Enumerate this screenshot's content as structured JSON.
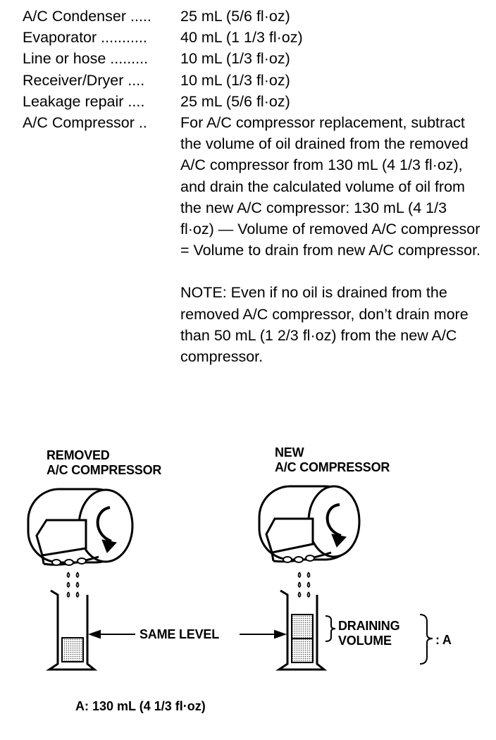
{
  "specs": {
    "rows": [
      {
        "label": "A/C Condenser .....",
        "value": "25 mL (5/6 fl·oz)"
      },
      {
        "label": "Evaporator ...........",
        "value": "40 mL (1 1/3 fl·oz)"
      },
      {
        "label": "Line or hose .........",
        "value": "10 mL (1/3 fl·oz)"
      },
      {
        "label": "Receiver/Dryer ....",
        "value": "10 mL (1/3 fl·oz)"
      },
      {
        "label": "Leakage repair ....",
        "value": "25 mL (5/6 fl·oz)"
      }
    ],
    "compressor": {
      "label": "A/C Compressor ..",
      "instruction": "For A/C compressor replacement, subtract the volume of oil drained from the removed A/C compressor from 130 mL (4 1/3 fl·oz), and drain the calculated volume of oil from the new A/C compressor: 130 mL (4 1/3 fl·oz) — Volume of removed A/C compressor = Volume to drain from new A/C compressor.",
      "note": "NOTE: Even if no oil is drained from the removed A/C compressor, don’t drain more than 50 mL (1 2/3 fl·oz) from the new A/C compressor."
    }
  },
  "diagram": {
    "removed_line1": "REMOVED",
    "removed_line2": "A/C COMPRESSOR",
    "new_line1": "NEW",
    "new_line2": "A/C COMPRESSOR",
    "same_level": "SAME LEVEL",
    "draining_line1": "DRAINING",
    "draining_line2": "VOLUME",
    "a_marker": ": A"
  },
  "footnote": "A: 130 mL (4 1/3 fl·oz)"
}
